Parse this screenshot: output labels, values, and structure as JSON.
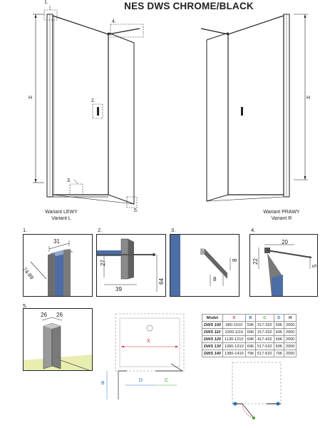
{
  "title": "NES DWS CHROME/BLACK",
  "variants": {
    "left_line1": "Wariant LEWY",
    "left_line2": "Variant L",
    "right_line1": "Wariant PRAWY",
    "right_line2": "Variant R"
  },
  "labels": {
    "height": "H",
    "n1": "1.",
    "n2": "2.",
    "n3": "3.",
    "n4": "4.",
    "n5": "5."
  },
  "details": {
    "d1": {
      "num": "1.",
      "w": "31",
      "range": "74-89"
    },
    "d2": {
      "num": "2.",
      "h": "27",
      "w": "39",
      "h2": "64"
    },
    "d3": {
      "num": "3.",
      "w": "8",
      "h": "8"
    },
    "d4": {
      "num": "4.",
      "w": "20",
      "h": "22",
      "h2": "5"
    },
    "d5": {
      "num": "5.",
      "a": "26",
      "b": "26"
    }
  },
  "plan": {
    "x": "X",
    "b": "B",
    "d": "D",
    "c": "C"
  },
  "colors": {
    "accent_red": "#d9272e",
    "accent_green": "#3fa535",
    "accent_blue": "#2a6fb4",
    "glass": "#4d6ea5"
  },
  "table": {
    "headers": [
      "Model",
      "X",
      "B",
      "C",
      "D",
      "H"
    ],
    "rows": [
      [
        "DWS 100",
        "980-1010",
        "596",
        "317-332",
        "596",
        "2000"
      ],
      [
        "DWS 110",
        "1000-1110",
        "696",
        "317-332",
        "696",
        "2000"
      ],
      [
        "DWS 120",
        "1130-1210",
        "696",
        "417-432",
        "696",
        "2000"
      ],
      [
        "DWS 130",
        "1280-1310",
        "696",
        "517-532",
        "696",
        "2000"
      ],
      [
        "DWS 140",
        "1380-1410",
        "796",
        "517-532",
        "796",
        "2000"
      ]
    ]
  }
}
